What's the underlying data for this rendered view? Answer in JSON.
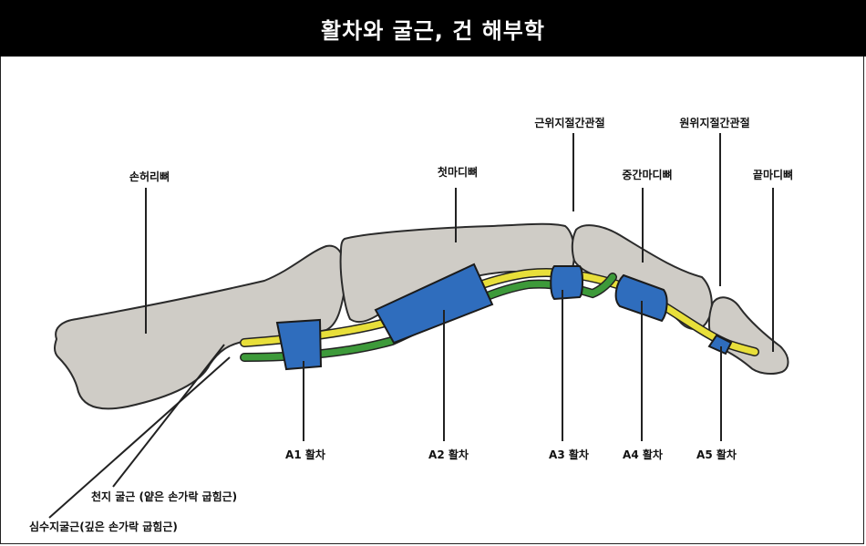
{
  "header": {
    "title": "활차와 굴근, 건 해부학"
  },
  "bones": {
    "metacarpal": "손허리뼈",
    "proximal_phalanx": "첫마디뼈",
    "middle_phalanx": "중간마디뼈",
    "distal_phalanx": "끝마디뼈"
  },
  "joints": {
    "pip": "근위지절간관절",
    "dip": "원위지절간관절"
  },
  "pulleys": {
    "a1": "A1 활차",
    "a2": "A2 활차",
    "a3": "A3 활차",
    "a4": "A4 활차",
    "a5": "A5 활차"
  },
  "tendons": {
    "superficialis": "천지 굴근 (얕은 손가락 굽힘근)",
    "profundus": "심수지굴근(깊은 손가락 굽힘근)"
  },
  "colors": {
    "bone": "#cfccc6",
    "pulley": "#2f6dbd",
    "superficial_tendon": "#e8df3a",
    "deep_tendon": "#3d9a3a",
    "header_bg": "#000000"
  }
}
